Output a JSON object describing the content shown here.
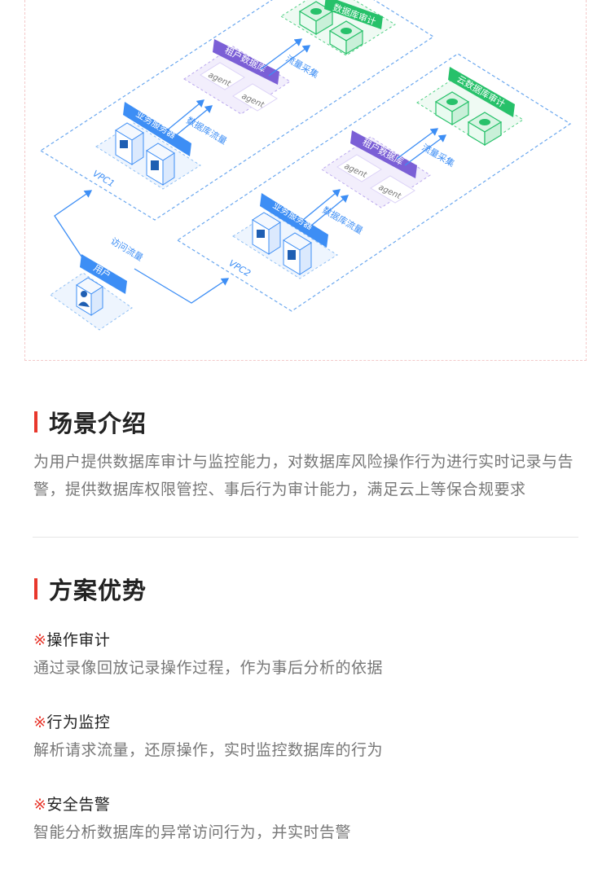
{
  "diagram": {
    "db_audit_top": "数据库审计",
    "db_audit_right": "云数据库审计",
    "tenant_db": "租户数据库",
    "agent": "agent",
    "flow_collect": "流量采集",
    "biz_server": "业务服务器",
    "db_traffic": "数据库流量",
    "vpc1": "VPC1",
    "vpc2": "VPC2",
    "access_traffic": "访问流量",
    "user": "用户",
    "colors": {
      "purple": "#7b5fd6",
      "blue": "#3d8ef5",
      "green": "#27c16a",
      "dash_blue": "#6aa7ef"
    }
  },
  "intro": {
    "title": "场景介绍",
    "text": "为用户提供数据库审计与监控能力，对数据库风险操作行为进行实时记录与告警，提供数据库权限管控、事后行为审计能力，满足云上等保合规要求"
  },
  "advantages": {
    "title": "方案优势",
    "mark": "※",
    "items": [
      {
        "title": "操作审计",
        "desc": "通过录像回放记录操作过程，作为事后分析的依据"
      },
      {
        "title": "行为监控",
        "desc": "解析请求流量，还原操作，实时监控数据库的行为"
      },
      {
        "title": "安全告警",
        "desc": "智能分析数据库的异常访问行为，并实时告警"
      }
    ]
  }
}
